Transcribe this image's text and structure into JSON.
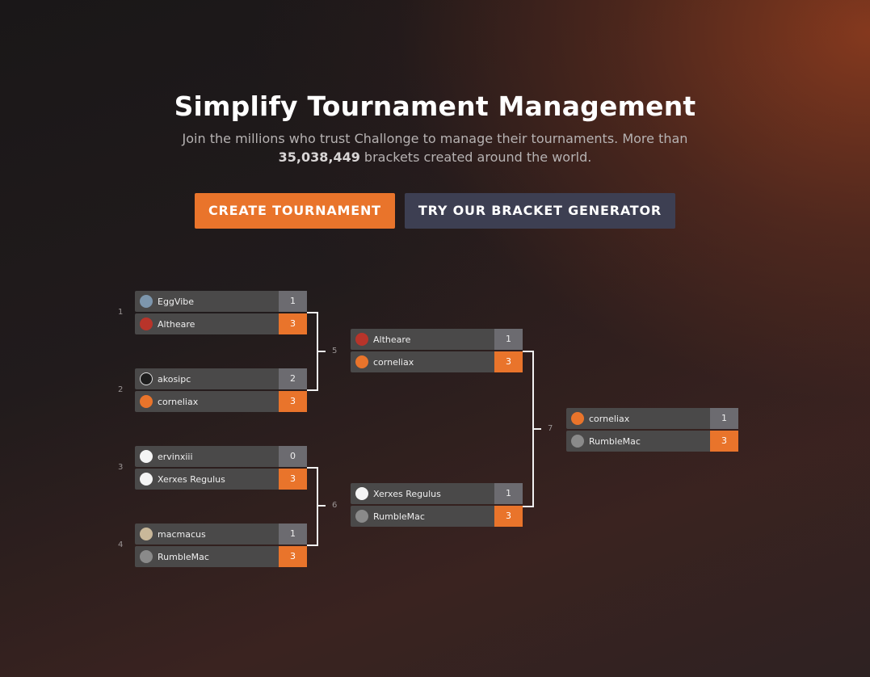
{
  "hero": {
    "title": "Simplify Tournament Management",
    "subtitle_line1": "Join the millions who trust Challonge to manage their tournaments. More than",
    "bracket_count": "35,038,449",
    "subtitle_line2": " brackets created around the world."
  },
  "buttons": {
    "create": "CREATE TOURNAMENT",
    "generator": "TRY OUR BRACKET GENERATOR"
  },
  "colors": {
    "accent": "#e9742b",
    "secondary": "#3d3f52",
    "slot": "#4a4949",
    "score": "#6c6b70"
  },
  "bracket": {
    "matches": [
      {
        "num": "1",
        "p1": "EggVibe",
        "s1": "1",
        "p2": "Altheare",
        "s2": "3"
      },
      {
        "num": "2",
        "p1": "akosipc",
        "s1": "2",
        "p2": "corneliax",
        "s2": "3"
      },
      {
        "num": "3",
        "p1": "ervinxiii",
        "s1": "0",
        "p2": "Xerxes Regulus",
        "s2": "3"
      },
      {
        "num": "4",
        "p1": "macmacus",
        "s1": "1",
        "p2": "RumbleMac",
        "s2": "3"
      },
      {
        "num": "5",
        "p1": "Altheare",
        "s1": "1",
        "p2": "corneliax",
        "s2": "3"
      },
      {
        "num": "6",
        "p1": "Xerxes Regulus",
        "s1": "1",
        "p2": "RumbleMac",
        "s2": "3"
      },
      {
        "num": "7",
        "p1": "corneliax",
        "s1": "1",
        "p2": "RumbleMac",
        "s2": "3"
      }
    ]
  }
}
